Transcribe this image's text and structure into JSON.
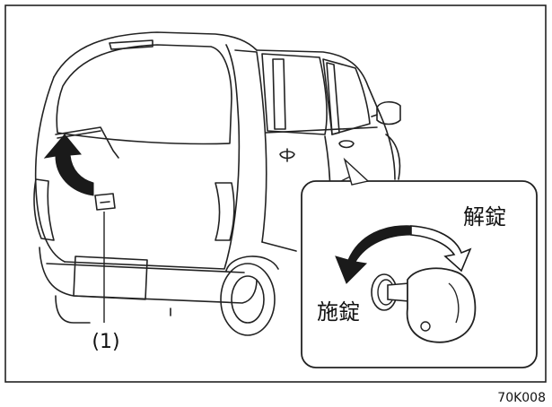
{
  "figure": {
    "callout_label": "(1)",
    "unlock_label": "解錠",
    "lock_label": "施錠",
    "figure_code": "70K008"
  }
}
